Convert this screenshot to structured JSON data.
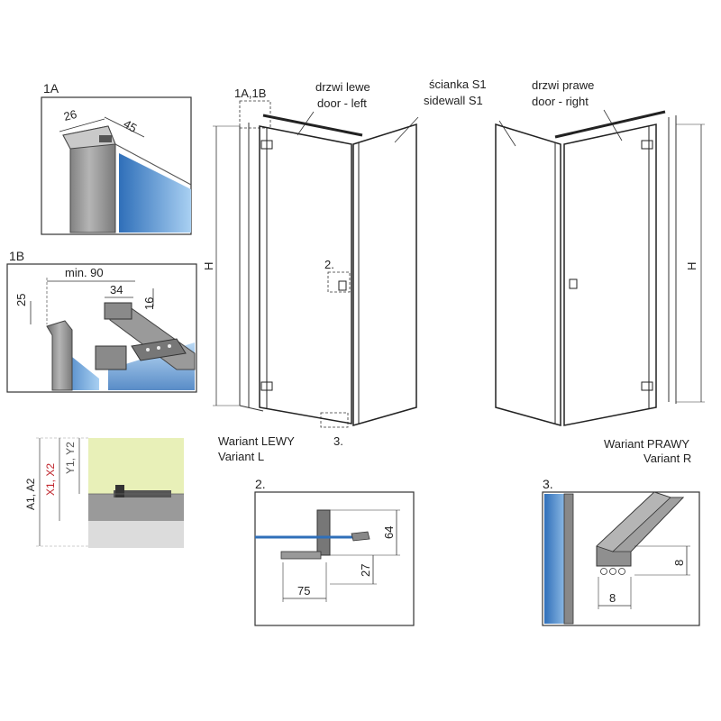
{
  "detail_1a": {
    "title": "1A",
    "dims": {
      "width_a": "26",
      "width_b": "45"
    }
  },
  "detail_1b": {
    "title": "1B",
    "dims": {
      "min": "min. 90",
      "d34": "34",
      "d16": "16",
      "d25": "25"
    }
  },
  "detail_level": {
    "labels": {
      "a": "A1, A2",
      "x": "X1, X2",
      "y": "Y1, Y2"
    },
    "colors": {
      "x": "#c0262d"
    }
  },
  "left_variant": {
    "callout": "1A,1B",
    "door_pl": "drzwi lewe",
    "door_en": "door - left",
    "side_pl": "ścianka S1",
    "side_en": "sidewall S1",
    "height": "H",
    "mark_2": "2.",
    "mark_3": "3.",
    "variant_pl": "Wariant LEWY",
    "variant_en": "Variant L"
  },
  "right_variant": {
    "door_pl": "drzwi prawe",
    "door_en": "door - right",
    "height": "H",
    "variant_pl": "Wariant PRAWY",
    "variant_en": "Variant R"
  },
  "detail_2": {
    "title": "2.",
    "dims": {
      "d64": "64",
      "d27": "27",
      "d75": "75"
    }
  },
  "detail_3": {
    "title": "3.",
    "dims": {
      "h8": "8",
      "w8": "8"
    }
  },
  "colors": {
    "glass": "#4a86c8",
    "profile": "#8c8c8c",
    "wall": "#dcdcdc",
    "floor": "#e8f0b8"
  }
}
